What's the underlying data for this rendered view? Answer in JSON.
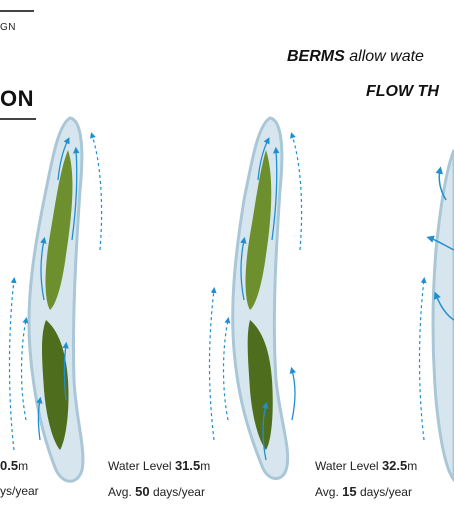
{
  "header": {
    "tag_text": "GN",
    "title_text": "ON"
  },
  "callout": {
    "berms_word": "BERMS",
    "berms_rest": "allow wate",
    "flow_text": "FLOW TH"
  },
  "captions": [
    {
      "level_label": "",
      "level_value": "0.5",
      "level_unit": "m",
      "avg_label": "",
      "avg_value": "",
      "avg_unit": "ys/year"
    },
    {
      "level_label": "Water Level",
      "level_value": "31.5",
      "level_unit": "m",
      "avg_label": "Avg.",
      "avg_value": "50",
      "avg_unit": "days/year"
    },
    {
      "level_label": "Water Level",
      "level_value": "32.5",
      "level_unit": "m",
      "avg_label": "Avg.",
      "avg_value": "15",
      "avg_unit": "days/year"
    }
  ],
  "colors": {
    "island_outline": "#a9c7d6",
    "island_fill": "#d7e6ee",
    "vegetation": "#6e8f2e",
    "vegetation_dark": "#4f6e1d",
    "flow_arrows": "#1f8fd0",
    "text": "#111111"
  }
}
